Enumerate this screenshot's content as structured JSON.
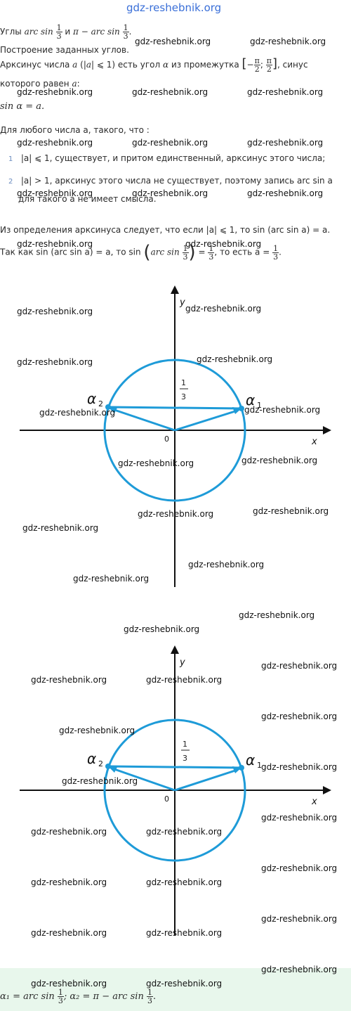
{
  "watermark": "gdz-reshebnik.org",
  "intro": {
    "angles_prefix": "Углы",
    "angles_mid": "и",
    "construct": "Построение заданных углов.",
    "def_part1": "Арксинус числа",
    "def_part2": "есть угол",
    "def_part3": "из промежутка",
    "def_part4": ", синус",
    "def_part5": "которого равен",
    "sin_eq": "sin α = a."
  },
  "conditions": {
    "lead": "Для любого числа a, такого, что :",
    "items": [
      {
        "num": "1",
        "text": "|a| ⩽ 1, существует, и притом единственный, арксинус этого числа;"
      },
      {
        "num": "2",
        "text": "|a| > 1, арксинус этого числа не существует, поэтому запись arc sin a"
      }
    ],
    "item2_tail": "для такого a не имеет смысла."
  },
  "derivation": {
    "line1": "Из определения арксинуса следует, что если |a| ⩽ 1, то sin (arc sin a) = a.",
    "line2_a": "Так как sin (arc sin a) = a, то sin",
    "line2_b": "то есть a ="
  },
  "graph": {
    "x_label": "x",
    "y_label": "y",
    "origin": "0",
    "alpha1": "α",
    "alpha1_sub": "1",
    "alpha2": "α",
    "alpha2_sub": "2",
    "frac_num": "1",
    "frac_den": "3",
    "circle_color": "#1e9bd8"
  },
  "answer": {
    "a1": "α₁ = arc sin",
    "a2": "; α₂ = π − arc sin",
    "frac_num": "1",
    "frac_den": "3"
  }
}
